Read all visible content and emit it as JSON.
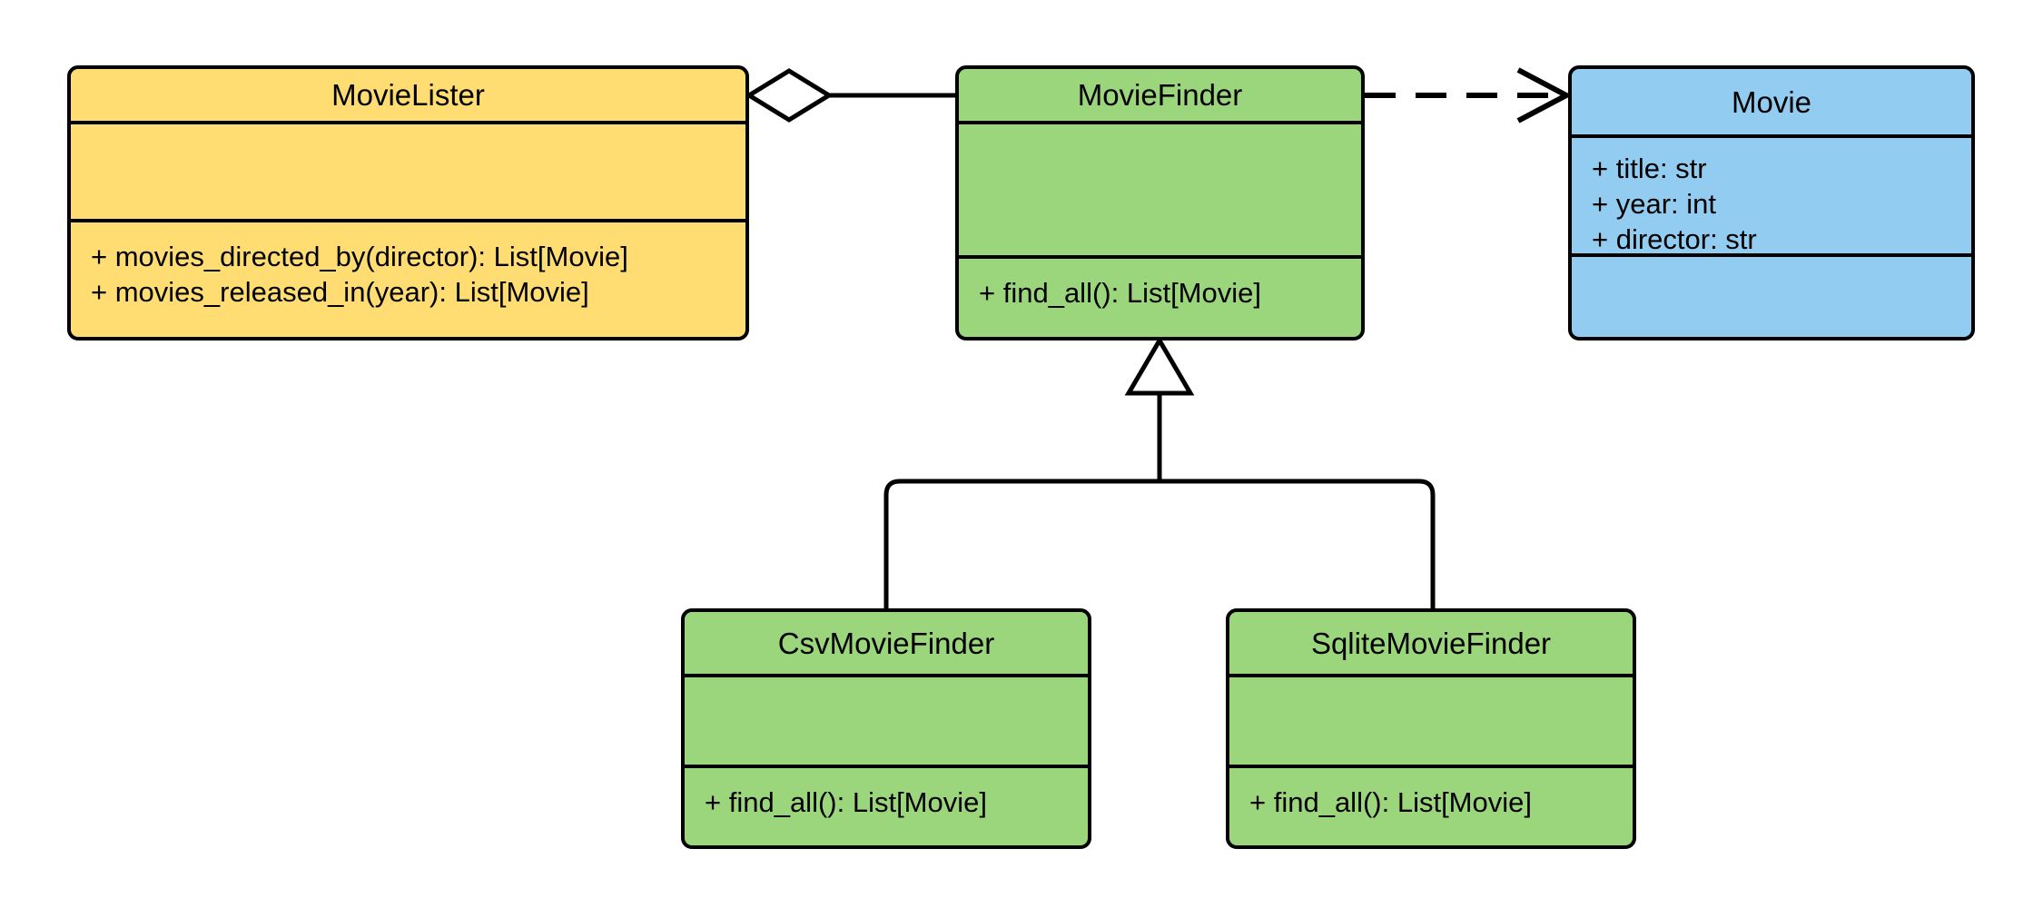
{
  "diagram": {
    "kind": "uml-class-diagram",
    "background": "#ffffff",
    "line_color": "#000000"
  },
  "classes": [
    {
      "id": "movielister",
      "name": "MovieLister",
      "fill": "#FFDD73",
      "attributes": [],
      "methods": [
        "+ movies_directed_by(director): List[Movie]",
        "+ movies_released_in(year): List[Movie]"
      ]
    },
    {
      "id": "moviefinder",
      "name": "MovieFinder",
      "fill": "#9BD67C",
      "attributes": [],
      "methods": [
        "+ find_all(): List[Movie]"
      ]
    },
    {
      "id": "movie",
      "name": "Movie",
      "fill": "#92CCF0",
      "attributes": [
        "+ title: str",
        "+ year: int",
        "+ director: str"
      ],
      "methods": []
    },
    {
      "id": "csvmoviefinder",
      "name": "CsvMovieFinder",
      "fill": "#9BD67C",
      "attributes": [],
      "methods": [
        "+ find_all(): List[Movie]"
      ]
    },
    {
      "id": "sqlitemoviefinder",
      "name": "SqliteMovieFinder",
      "fill": "#9BD67C",
      "attributes": [],
      "methods": [
        "+ find_all(): List[Movie]"
      ]
    }
  ],
  "relationships": [
    {
      "id": "aggregation-movielister-moviefinder",
      "type": "aggregation",
      "from": "MovieLister",
      "to": "MovieFinder",
      "line": "solid",
      "end_marker": "hollow-diamond",
      "marker_at": "MovieLister"
    },
    {
      "id": "dependency-moviefinder-movie",
      "type": "dependency",
      "from": "MovieFinder",
      "to": "Movie",
      "line": "dashed",
      "end_marker": "open-arrow",
      "marker_at": "Movie"
    },
    {
      "id": "generalization-csvmoviefinder-moviefinder",
      "type": "generalization",
      "from": "CsvMovieFinder",
      "to": "MovieFinder",
      "line": "solid",
      "end_marker": "hollow-triangle",
      "marker_at": "MovieFinder"
    },
    {
      "id": "generalization-sqlitemoviefinder-moviefinder",
      "type": "generalization",
      "from": "SqliteMovieFinder",
      "to": "MovieFinder",
      "line": "solid",
      "end_marker": "hollow-triangle",
      "marker_at": "MovieFinder"
    }
  ]
}
